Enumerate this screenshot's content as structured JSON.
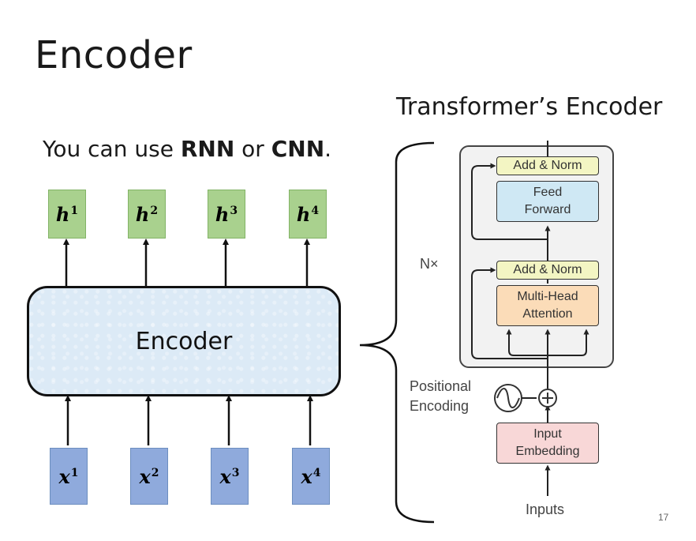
{
  "slide": {
    "title": "Encoder",
    "subtitle": "Transformer’s Encoder",
    "note_prefix": "You can use ",
    "note_rnn": "RNN",
    "note_or": " or ",
    "note_cnn": "CNN",
    "note_suffix": ".",
    "page_number": "17"
  },
  "encoder": {
    "label": "Encoder",
    "outputs": [
      {
        "base": "h",
        "sup": "1"
      },
      {
        "base": "h",
        "sup": "2"
      },
      {
        "base": "h",
        "sup": "3"
      },
      {
        "base": "h",
        "sup": "4"
      }
    ],
    "inputs": [
      {
        "base": "x",
        "sup": "1"
      },
      {
        "base": "x",
        "sup": "2"
      },
      {
        "base": "x",
        "sup": "3"
      },
      {
        "base": "x",
        "sup": "4"
      }
    ]
  },
  "transformer": {
    "repeat_label": "N×",
    "add_norm_top": "Add & Norm",
    "feed_forward": "Feed\nForward",
    "add_norm_bottom": "Add & Norm",
    "multi_head": "Multi-Head\nAttention",
    "positional": "Positional\nEncoding",
    "input_embedding": "Input\nEmbedding",
    "inputs": "Inputs"
  },
  "colors": {
    "output_box": "#a9d18e",
    "input_box": "#8faadc",
    "encoder_fill": "#dceaf6",
    "add_norm": "#f3f5c3",
    "feed_forward": "#cfe8f4",
    "multi_head": "#fbdcb8",
    "embedding": "#f8d7d7"
  }
}
